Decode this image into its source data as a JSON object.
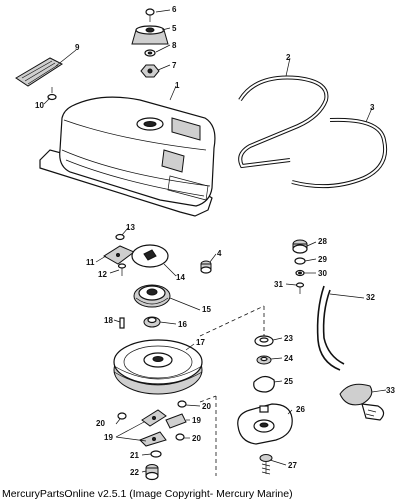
{
  "caption": "MercuryPartsOnline v2.5.1 (Image Copyright- Mercury Marine)",
  "callouts": [
    "1",
    "2",
    "3",
    "4",
    "5",
    "6",
    "7",
    "8",
    "9",
    "10",
    "11",
    "12",
    "13",
    "14",
    "15",
    "16",
    "17",
    "18",
    "19",
    "19",
    "20",
    "20",
    "20",
    "21",
    "22",
    "23",
    "24",
    "25",
    "26",
    "27",
    "28",
    "29",
    "30",
    "31",
    "32",
    "33"
  ]
}
